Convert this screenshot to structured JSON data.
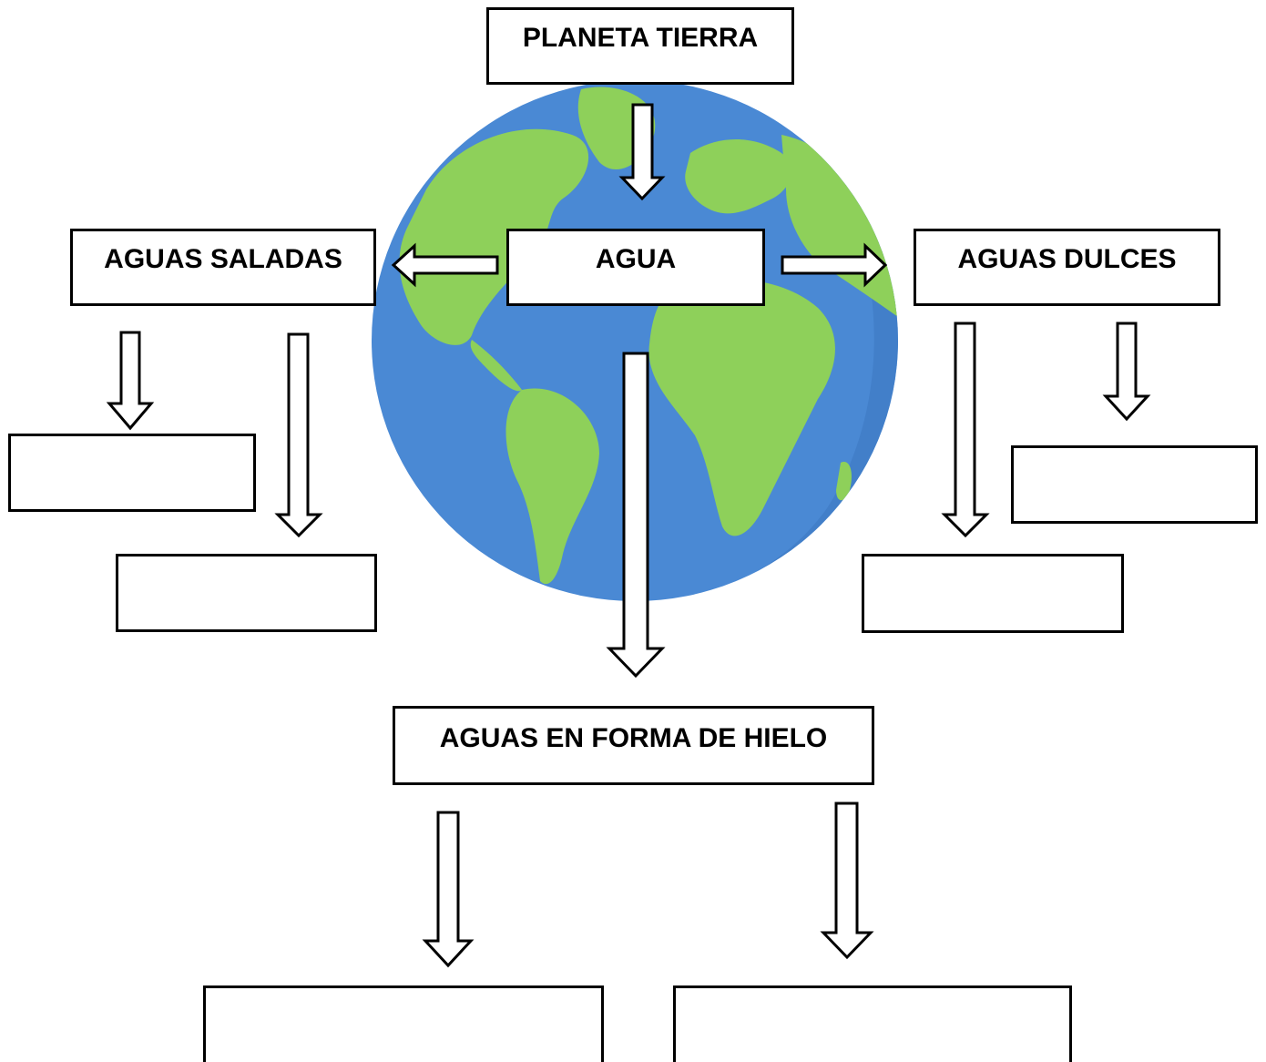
{
  "diagram": {
    "title_box": {
      "label": "PLANETA TIERRA"
    },
    "center_box": {
      "label": "AGUA"
    },
    "left_box": {
      "label": "AGUAS SALADAS"
    },
    "right_box": {
      "label": "AGUAS DULCES"
    },
    "bottom_box": {
      "label": "AGUAS EN FORMA DE HIELO"
    },
    "blank_boxes": [
      "",
      "",
      "",
      "",
      "",
      ""
    ]
  },
  "colors": {
    "ocean": "#4a89d4",
    "land": "#8ed05a",
    "outline": "#000000"
  }
}
